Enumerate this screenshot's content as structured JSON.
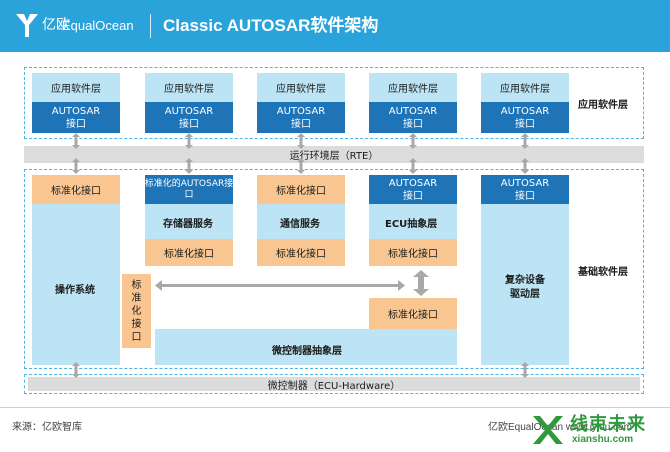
{
  "header": {
    "logo_cn": "亿欧",
    "logo_en": "EqualOcean",
    "title": "Classic AUTOSAR软件架构"
  },
  "app_layer": {
    "label": "应用软件层",
    "blocks": [
      {
        "top": "应用软件层",
        "bottom": "AUTOSAR\n接口"
      },
      {
        "top": "应用软件层",
        "bottom": "AUTOSAR\n接口"
      },
      {
        "top": "应用软件层",
        "bottom": "AUTOSAR\n接口"
      },
      {
        "top": "应用软件层",
        "bottom": "AUTOSAR\n接口"
      },
      {
        "top": "应用软件层",
        "bottom": "AUTOSAR\n接口"
      }
    ]
  },
  "rte": "运行环境层（RTE）",
  "basic_layer": {
    "label": "基础软件层",
    "os": {
      "interface": "标准化接口",
      "name": "操作系统"
    },
    "memory": {
      "interface": "标准化的AUTOSAR接\n口",
      "name": "存储器服务",
      "bottom_interface": "标准化接口"
    },
    "comm": {
      "interface": "标准化接口",
      "name": "通信服务",
      "bottom_interface": "标准化接口"
    },
    "ecu": {
      "interface": "AUTOSAR\n接口",
      "name": "ECU抽象层",
      "bottom_interface": "标准化接口"
    },
    "complex": {
      "interface": "AUTOSAR\n接口",
      "name": "复杂设备\n驱动层"
    },
    "vertical_interface": "标\n准\n化\n接\n口",
    "mcal_interface": "标准化接口",
    "mcal": "微控制器抽象层"
  },
  "hardware": "微控制器（ECU-Hardware）",
  "footer": {
    "source": "来源：亿欧智库",
    "brand": "亿欧EqualOcean  www.iyiou.com"
  },
  "watermark": {
    "cn": "线束未来",
    "url": "xianshu.com"
  },
  "colors": {
    "header": "#2aa3db",
    "light": "#bde4f4",
    "dark": "#1f74b8",
    "orange": "#f9c590",
    "gray": "#dcdcdc"
  }
}
